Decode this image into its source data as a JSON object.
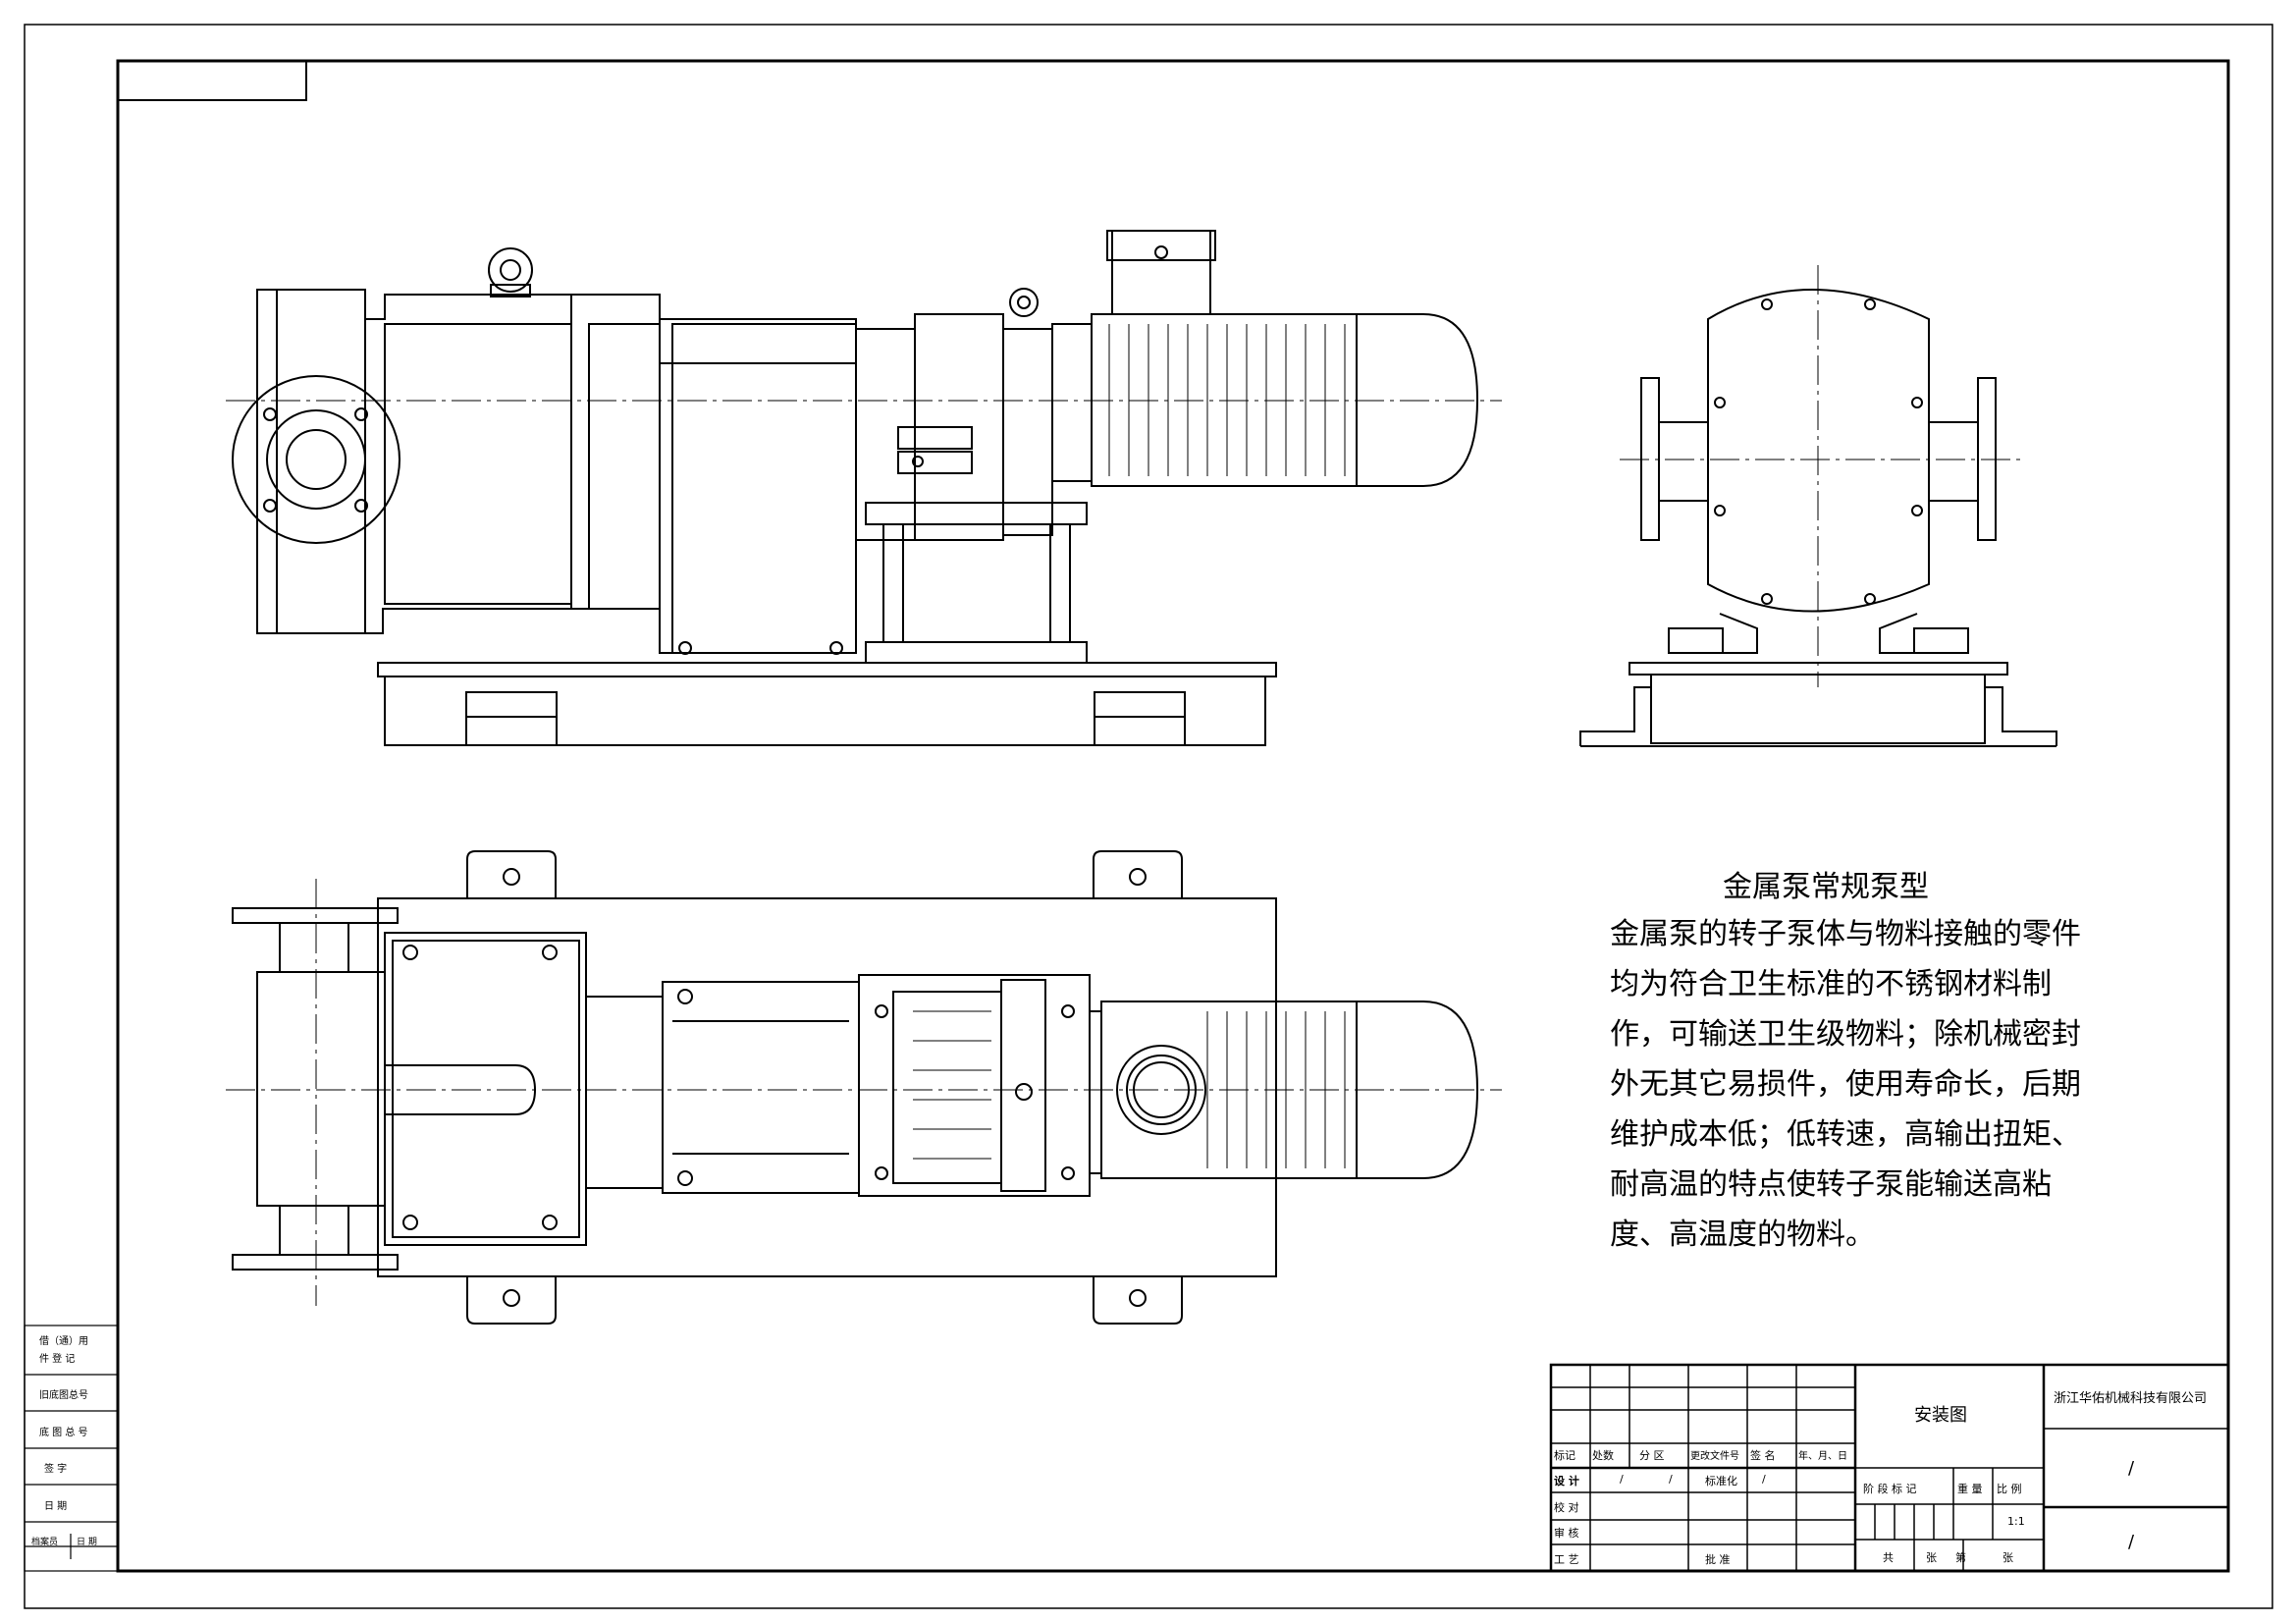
{
  "description": {
    "title": "金属泵常规泵型",
    "lines": [
      "金属泵的转子泵体与物料接触的零件",
      "均为符合卫生标准的不锈钢材料制",
      "作，可输送卫生级物料；除机械密封",
      "外无其它易损件，使用寿命长，后期",
      "维护成本低；低转速，高输出扭矩、",
      "耐高温的特点使转子泵能输送高粘",
      "度、高温度的物料。"
    ]
  },
  "title_block": {
    "drawing_name": "安装图",
    "company": "浙江华佑机械科技有限公司",
    "revision_headers": [
      "标记",
      "处数",
      "分 区",
      "更改文件号",
      "签 名",
      "年、月、日"
    ],
    "design": "设 计",
    "check": "校 对",
    "review": "审 核",
    "process": "工 艺",
    "approve": "批 准",
    "standardize": "标准化",
    "slash": "/",
    "stage_mark": "阶 段 标 记",
    "weight": "重 量",
    "scale_label": "比 例",
    "scale_value": "1:1",
    "total_sheets": "共",
    "sheets_unit": "张",
    "sheet_no": "第",
    "sheet_unit2": "张"
  },
  "side_block": {
    "items": [
      "借（通）用",
      "件 登 记",
      "旧底图总号",
      "底 图 总 号",
      "签    字",
      "日    期",
      "档案员",
      "日  期"
    ]
  }
}
